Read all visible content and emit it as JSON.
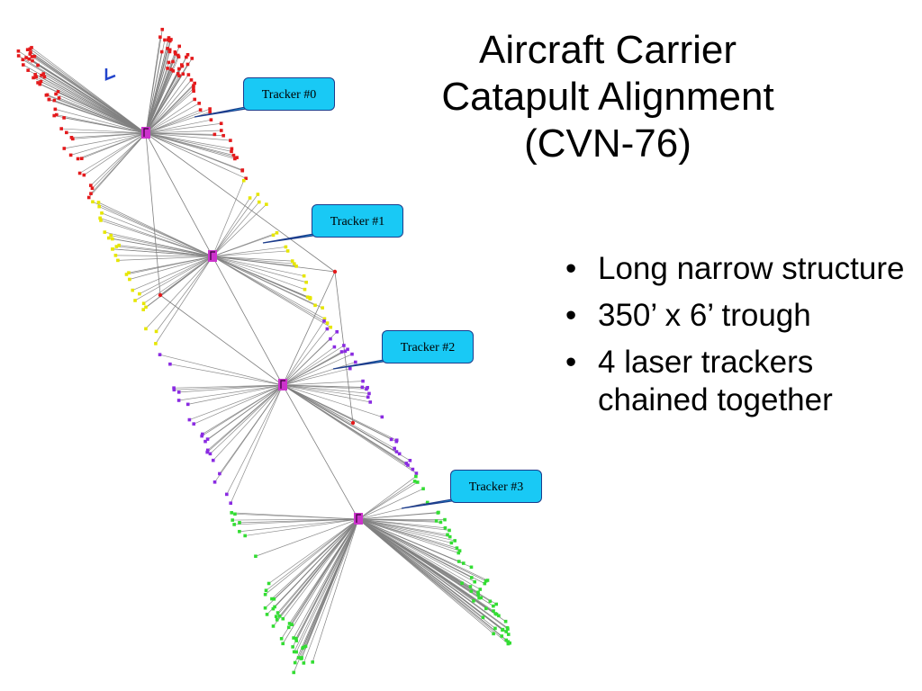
{
  "slide": {
    "title_lines": [
      "Aircraft Carrier",
      "Catapult Alignment",
      "(CVN-76)"
    ],
    "bullets": [
      "Long narrow structure",
      "350’ x 6’ trough",
      "4 laser trackers chained together"
    ],
    "bullet_marker": "•"
  },
  "diagram": {
    "trackers": [
      {
        "label": "Tracker #0",
        "color": "#e41a1c"
      },
      {
        "label": "Tracker #1",
        "color": "#e6e600"
      },
      {
        "label": "Tracker #2",
        "color": "#8a2be2"
      },
      {
        "label": "Tracker #3",
        "color": "#33dd33"
      }
    ],
    "line_color": "#808080",
    "station_color": "#cc33cc",
    "callout_color": "#19c9f5"
  }
}
